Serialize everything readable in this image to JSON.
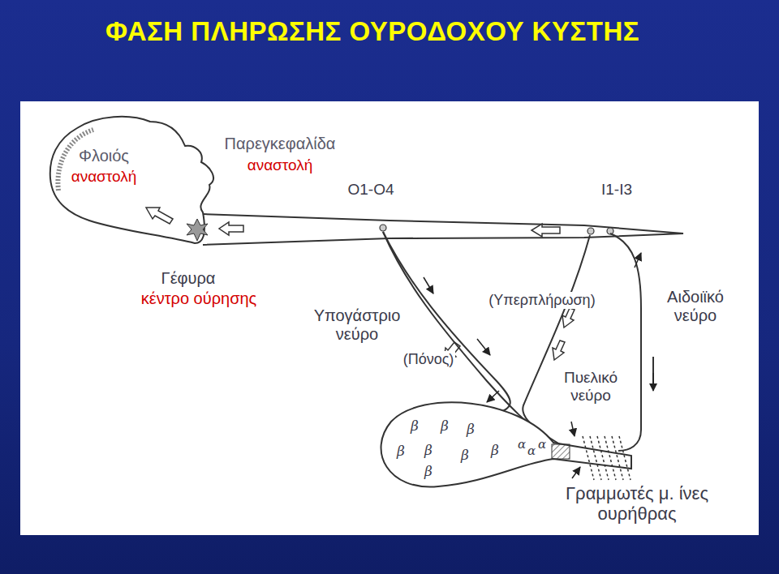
{
  "diagram": {
    "title": "ΦΑΣΗ ΠΛΗΡΩΣΗΣ ΟΥΡΟΔΟΧΟΥ ΚΥΣΤΗΣ",
    "labels": [
      "Φλοιός",
      "αναστολή",
      "Παρεγκεφαλίδα",
      "αναστολή",
      "Ο1-Ο4",
      "Ι1-Ι3",
      "Γέφυρα",
      "κέντρο ούρησης",
      "Υπογάστριο νεύρο",
      "(Πόνος)",
      "(Υπερπλήρωση)",
      "Πυελικό νεύρο",
      "Αιδοιϊκό νεύρο",
      "Γραμμωτές μ. ίνες ουρήθρας",
      "β",
      "β",
      "β",
      "β",
      "β",
      "β",
      "β",
      "β",
      "α",
      "α",
      "α"
    ]
  }
}
